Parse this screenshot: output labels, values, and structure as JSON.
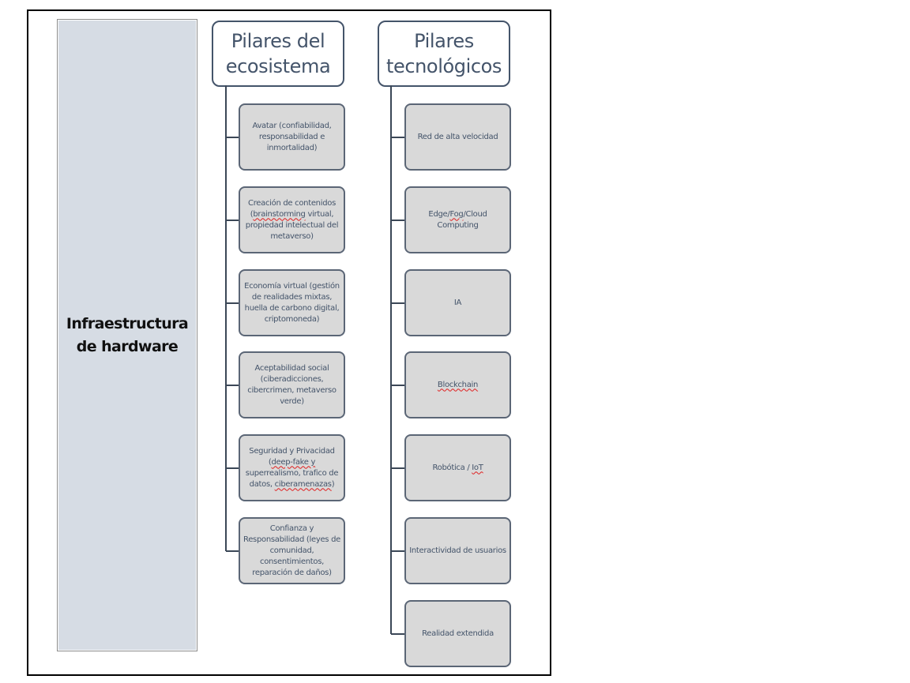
{
  "diagram": {
    "infrastructure": {
      "label": "Infraestructura\nde hardware",
      "fill_color": "#d6dce4"
    },
    "ecosystem": {
      "header": "Pilares del\necosistema",
      "items": [
        {
          "label": "Avatar (confiabilidad, responsabilidad e inmortalidad)"
        },
        {
          "label_parts": [
            "Creación de contenidos (",
            "brainstorming",
            " virtual, propiedad intelectual del metaverso)"
          ]
        },
        {
          "label": "Economía virtual (gestión de realidades mixtas, huella de carbono digital, criptomoneda)"
        },
        {
          "label": "Aceptabilidad social (ciberadicciones, cibercrimen, metaverso verde)"
        },
        {
          "label_parts": [
            "Seguridad y Privacidad (",
            "deep-fake y",
            " superrealismo, trafico de datos, ",
            "ciberamenazas",
            ")"
          ]
        },
        {
          "label": "Confianza y Responsabilidad (leyes de comunidad, consentimientos, reparación de daños)"
        }
      ]
    },
    "technology": {
      "header": "Pilares\ntecnológicos",
      "items": [
        {
          "label": "Red de alta velocidad"
        },
        {
          "label_parts": [
            "Edge/",
            "Fog",
            "/Cloud Computing"
          ]
        },
        {
          "label": "IA"
        },
        {
          "label_parts": [
            "",
            "Blockchain",
            ""
          ]
        },
        {
          "label_parts": [
            "Robótica / ",
            "IoT",
            ""
          ]
        },
        {
          "label": "Interactividad de usuarios"
        },
        {
          "label": "Realidad extendida"
        }
      ]
    },
    "colors": {
      "header_border": "#44546a",
      "text": "#44546a",
      "child_fill": "#d9d9d9",
      "connector": "#3b4757"
    }
  }
}
